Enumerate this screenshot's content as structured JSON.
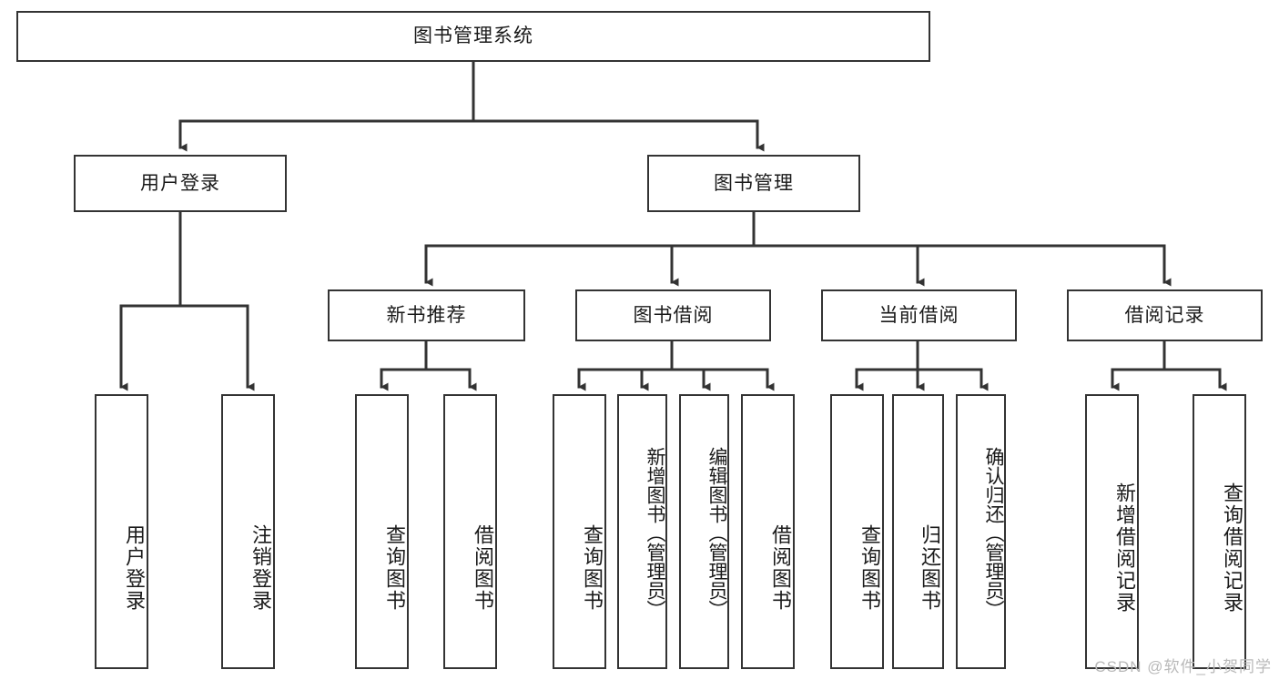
{
  "diagram": {
    "title": "图书管理系统",
    "type": "tree",
    "watermark": "CSDN @软件_小贺同学",
    "colors": {
      "node_border": "#333333",
      "node_fill": "#ffffff",
      "edge": "#333333",
      "text": "#1a1a1a",
      "watermark": "#b9b9b9",
      "background": "#ffffff"
    },
    "nodes": {
      "root": {
        "label": "图书管理系统"
      },
      "level2": [
        {
          "id": "user-login",
          "label": "用户登录"
        },
        {
          "id": "book-manage",
          "label": "图书管理"
        }
      ],
      "level3": [
        {
          "id": "new-book-recommend",
          "label": "新书推荐"
        },
        {
          "id": "book-borrow",
          "label": "图书借阅"
        },
        {
          "id": "current-borrow",
          "label": "当前借阅"
        },
        {
          "id": "borrow-record",
          "label": "借阅记录"
        }
      ],
      "leaves": {
        "user-login": [
          {
            "id": "leaf-user-login",
            "label": "用户登录"
          },
          {
            "id": "leaf-logout",
            "label": "注销登录"
          }
        ],
        "new-book-recommend": [
          {
            "id": "leaf-query-book-1",
            "label": "查询图书"
          },
          {
            "id": "leaf-borrow-book-1",
            "label": "借阅图书"
          }
        ],
        "book-borrow": [
          {
            "id": "leaf-query-book-2",
            "label": "查询图书"
          },
          {
            "id": "leaf-add-book",
            "label": "新增图书（管理员）"
          },
          {
            "id": "leaf-edit-book",
            "label": "编辑图书（管理员）"
          },
          {
            "id": "leaf-borrow-book-2",
            "label": "借阅图书"
          }
        ],
        "current-borrow": [
          {
            "id": "leaf-query-book-3",
            "label": "查询图书"
          },
          {
            "id": "leaf-return-book",
            "label": "归还图书"
          },
          {
            "id": "leaf-confirm-return",
            "label": "确认归还（管理员）"
          }
        ],
        "borrow-record": [
          {
            "id": "leaf-add-record",
            "label": "新增借阅记录"
          },
          {
            "id": "leaf-query-record",
            "label": "查询借阅记录"
          }
        ]
      }
    },
    "edges": [
      {
        "from": "图书管理系统",
        "to": "用户登录"
      },
      {
        "from": "图书管理系统",
        "to": "图书管理"
      },
      {
        "from": "图书管理",
        "to": "新书推荐"
      },
      {
        "from": "图书管理",
        "to": "图书借阅"
      },
      {
        "from": "图书管理",
        "to": "当前借阅"
      },
      {
        "from": "图书管理",
        "to": "借阅记录"
      },
      {
        "from": "用户登录",
        "to": "用户登录"
      },
      {
        "from": "用户登录",
        "to": "注销登录"
      },
      {
        "from": "新书推荐",
        "to": "查询图书"
      },
      {
        "from": "新书推荐",
        "to": "借阅图书"
      },
      {
        "from": "图书借阅",
        "to": "查询图书"
      },
      {
        "from": "图书借阅",
        "to": "新增图书（管理员）"
      },
      {
        "from": "图书借阅",
        "to": "编辑图书（管理员）"
      },
      {
        "from": "图书借阅",
        "to": "借阅图书"
      },
      {
        "from": "当前借阅",
        "to": "查询图书"
      },
      {
        "from": "当前借阅",
        "to": "归还图书"
      },
      {
        "from": "当前借阅",
        "to": "确认归还（管理员）"
      },
      {
        "from": "借阅记录",
        "to": "新增借阅记录"
      },
      {
        "from": "借阅记录",
        "to": "查询借阅记录"
      }
    ]
  }
}
